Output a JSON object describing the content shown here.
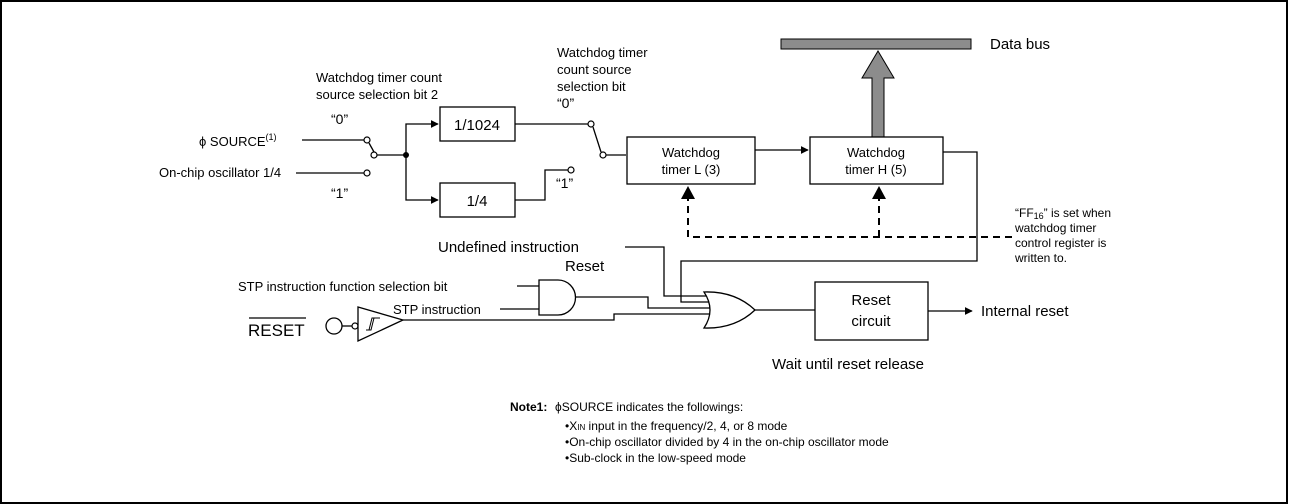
{
  "labels": {
    "data_bus": "Data bus",
    "cs_sel2_line1": "Watchdog timer count",
    "cs_sel2_line2": "source selection bit 2",
    "cs_sel_line1": "Watchdog timer",
    "cs_sel_line2": "count source",
    "cs_sel_line3": "selection bit",
    "zero_a": "“0”",
    "zero_b": "“0”",
    "one_a": "“1”",
    "one_b": "“1”",
    "phi_symbol": "ϕ",
    "phi_source": "SOURCE",
    "phi_source_note_ref": "(1)",
    "on_chip_osc": "On-chip oscillator 1/4",
    "div_1024": "1/1024",
    "div_4": "1/4",
    "timer_l_line1": "Watchdog",
    "timer_l_line2": "timer L (3)",
    "timer_h_line1": "Watchdog",
    "timer_h_line2": "timer H (5)",
    "ff_note_pre": "“FF",
    "ff_note_sub": "16",
    "ff_note_post": "” is set when",
    "ff_note_line2": "watchdog timer",
    "ff_note_line3": "control register is",
    "ff_note_line4": "written to.",
    "undef_line1": "Undefined instruction",
    "undef_line2": "Reset",
    "stp_func_sel": "STP instruction function selection bit",
    "stp_instr": "STP instruction",
    "reset_pin": "RESET",
    "reset_circuit_line1": "Reset",
    "reset_circuit_line2": "circuit",
    "internal_reset": "Internal reset",
    "wait_release": "Wait until reset release"
  },
  "note": {
    "title": "Note1:",
    "phi": "ϕ",
    "intro": "SOURCE indicates the followings:",
    "item1_pre": "•X",
    "item1_sub": "IN",
    "item1_post": " input in the frequency/2, 4, or 8 mode",
    "item2": "•On-chip oscillator divided by 4 in the on-chip oscillator mode",
    "item3": "•Sub-clock in the low-speed mode"
  }
}
